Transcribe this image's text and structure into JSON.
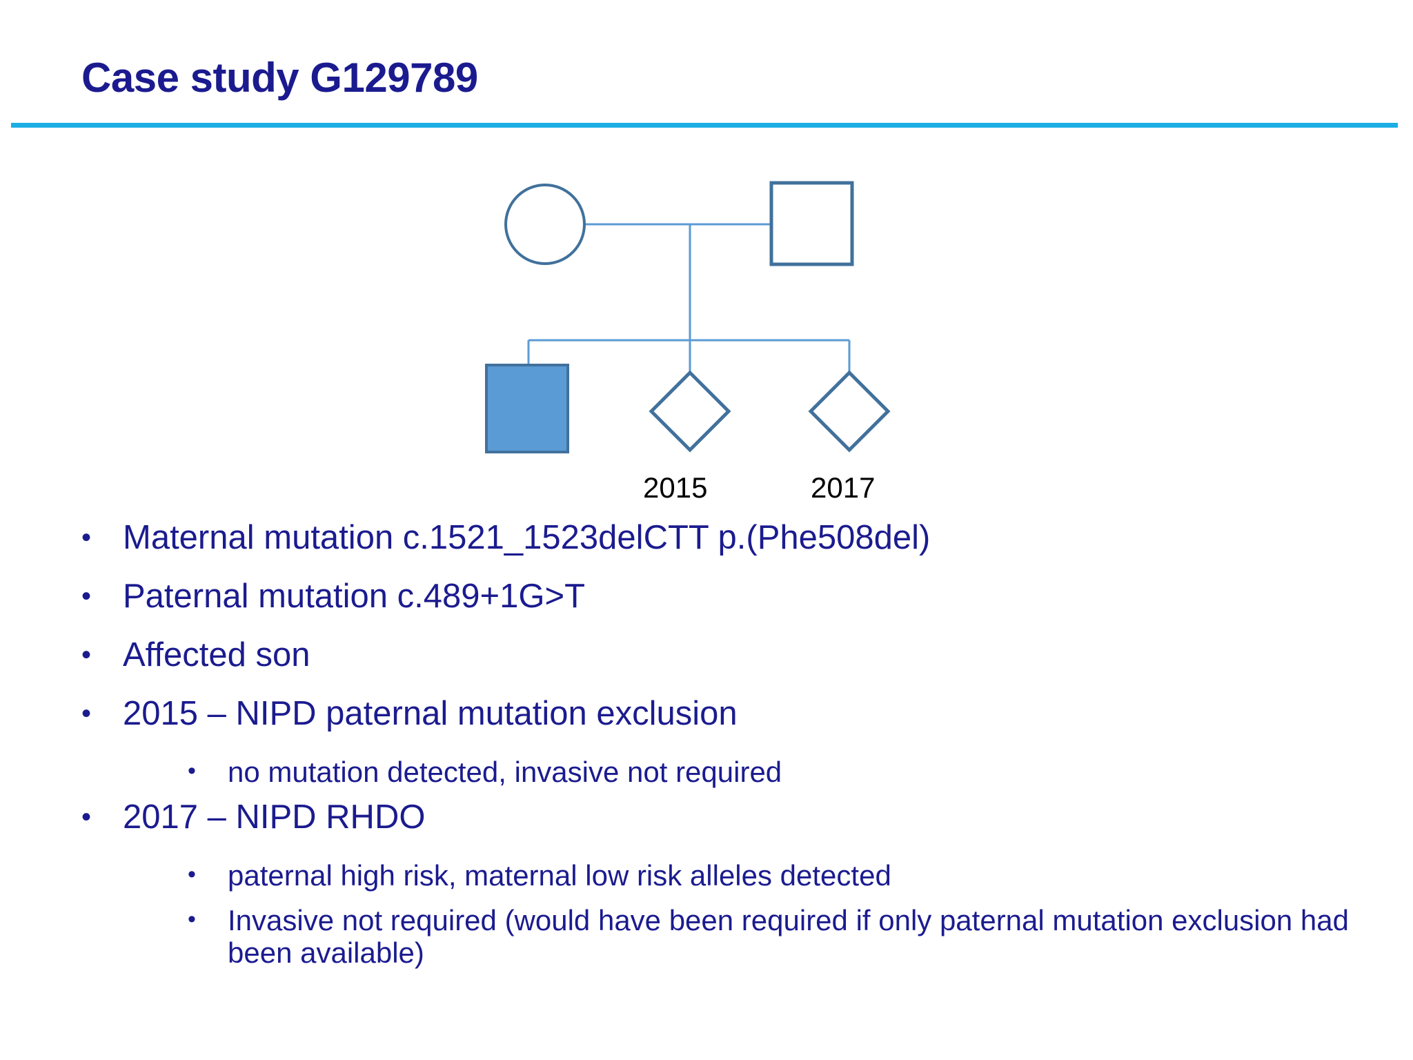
{
  "slide": {
    "title": "Case study G129789",
    "accent_rule_color": "#1CAEE4",
    "title_color": "#1B1B8F",
    "body_text_color": "#1B1B8F",
    "background_color": "#FFFFFF"
  },
  "pedigree": {
    "caption_color": "#000000",
    "line_color": "#5B9BD5",
    "shape_stroke_color": "#41719C",
    "affected_fill_color": "#5B9BD5",
    "individuals": [
      {
        "id": "mother",
        "shape": "circle",
        "sex": "female",
        "status": "unaffected",
        "label": ""
      },
      {
        "id": "father",
        "shape": "square",
        "sex": "male",
        "status": "unaffected",
        "label": ""
      },
      {
        "id": "son",
        "shape": "square",
        "sex": "male",
        "status": "affected",
        "label": ""
      },
      {
        "id": "pregnancy-2015",
        "shape": "diamond",
        "sex": "unknown",
        "status": "unaffected",
        "label": "2015"
      },
      {
        "id": "pregnancy-2017",
        "shape": "diamond",
        "sex": "unknown",
        "status": "unaffected",
        "label": "2017"
      }
    ],
    "year_labels": [
      "2015",
      "2017"
    ]
  },
  "bullets": [
    {
      "level": 1,
      "marker": "•",
      "text": "Maternal mutation c.1521_1523delCTT p.(Phe508del)"
    },
    {
      "level": 1,
      "marker": "•",
      "text": "Paternal mutation c.489+1G>T"
    },
    {
      "level": 1,
      "marker": "•",
      "text": "Affected son"
    },
    {
      "level": 1,
      "marker": "•",
      "text": "2015 – NIPD paternal mutation exclusion"
    },
    {
      "level": 2,
      "marker": "•",
      "text": "no mutation detected, invasive not required"
    },
    {
      "level": 1,
      "marker": "•",
      "text": "2017 – NIPD RHDO"
    },
    {
      "level": 2,
      "marker": "•",
      "text": "paternal high risk, maternal low risk alleles detected"
    },
    {
      "level": 2,
      "marker": "•",
      "text": "Invasive not required (would have been required if only paternal mutation exclusion had been available)"
    }
  ]
}
